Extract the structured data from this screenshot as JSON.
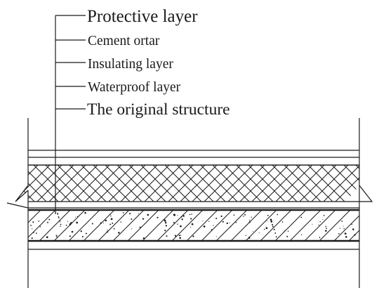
{
  "diagram": {
    "labels": [
      "Protective  layer",
      "Cement ortar",
      "Insulating  layer",
      "Waterproof  layer",
      "The original structure"
    ],
    "colors": {
      "line": "#1a1a1a",
      "background": "#ffffff"
    }
  }
}
